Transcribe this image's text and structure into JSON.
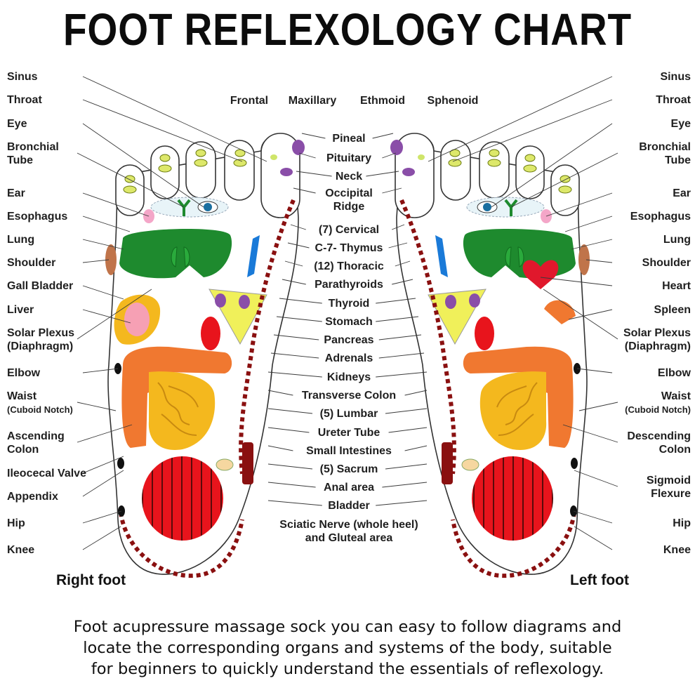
{
  "title": "FOOT REFLEXOLOGY CHART",
  "feet": {
    "right": "Right foot",
    "left": "Left foot"
  },
  "left_labels": [
    [
      "Sinus"
    ],
    [
      "Throat"
    ],
    [
      "Eye"
    ],
    [
      "Bronchial",
      "Tube"
    ],
    [
      "Ear"
    ],
    [
      "Esophagus"
    ],
    [
      "Lung"
    ],
    [
      "Shoulder"
    ],
    [
      "Gall Bladder"
    ],
    [
      "Liver"
    ],
    [
      "Solar Plexus",
      "(Diaphragm)"
    ],
    [
      "Elbow"
    ],
    [
      "Waist",
      "(Cuboid Notch)"
    ],
    [
      "Ascending",
      "Colon"
    ],
    [
      "Ileocecal Valve"
    ],
    [
      "Appendix"
    ],
    [
      "Hip"
    ],
    [
      "Knee"
    ]
  ],
  "right_labels": [
    [
      "Sinus"
    ],
    [
      "Throat"
    ],
    [
      "Eye"
    ],
    [
      "Bronchial",
      "Tube"
    ],
    [
      "Ear"
    ],
    [
      "Esophagus"
    ],
    [
      "Lung"
    ],
    [
      "Shoulder"
    ],
    [
      "Heart"
    ],
    [
      "Spleen"
    ],
    [
      "Solar Plexus",
      "(Diaphragm)"
    ],
    [
      "Elbow"
    ],
    [
      "Waist",
      "(Cuboid Notch)"
    ],
    [
      "Descending",
      "Colon"
    ],
    [
      "Sigmoid",
      "Flexure"
    ],
    [
      "Hip"
    ],
    [
      "Knee"
    ]
  ],
  "top_labels": [
    "Frontal",
    "Maxillary",
    "Ethmoid",
    "Sphenoid"
  ],
  "center_labels": [
    [
      "Pineal"
    ],
    [
      "Pituitary"
    ],
    [
      "Neck"
    ],
    [
      "Occipital",
      "Ridge"
    ],
    [
      "(7) Cervical"
    ],
    [
      "C-7- Thymus"
    ],
    [
      "(12) Thoracic"
    ],
    [
      "Parathyroids"
    ],
    [
      "Thyroid"
    ],
    [
      "Stomach"
    ],
    [
      "Pancreas"
    ],
    [
      "Adrenals"
    ],
    [
      "Kidneys"
    ],
    [
      "Transverse Colon"
    ],
    [
      "(5) Lumbar"
    ],
    [
      "Ureter Tube"
    ],
    [
      "Small Intestines"
    ],
    [
      "(5) Sacrum"
    ],
    [
      "Anal area"
    ],
    [
      "Bladder"
    ],
    [
      "Sciatic Nerve (whole heel)",
      "and Gluteal area"
    ]
  ],
  "caption": [
    "Foot acupressure massage sock you can easy to follow diagrams and",
    "locate the corresponding organs and systems of the body, suitable",
    "for beginners to quickly understand the essentials of reflexology."
  ],
  "colors": {
    "lung": "#1e8a2e",
    "heel": "#e8141c",
    "colon": "#f07830",
    "intestine": "#f4b81e",
    "spine": "#8a1010",
    "kidney": "#e8141c",
    "heart": "#e0182c",
    "bronchial": "#1a7ad8",
    "pineal": "#8a4ea8"
  }
}
